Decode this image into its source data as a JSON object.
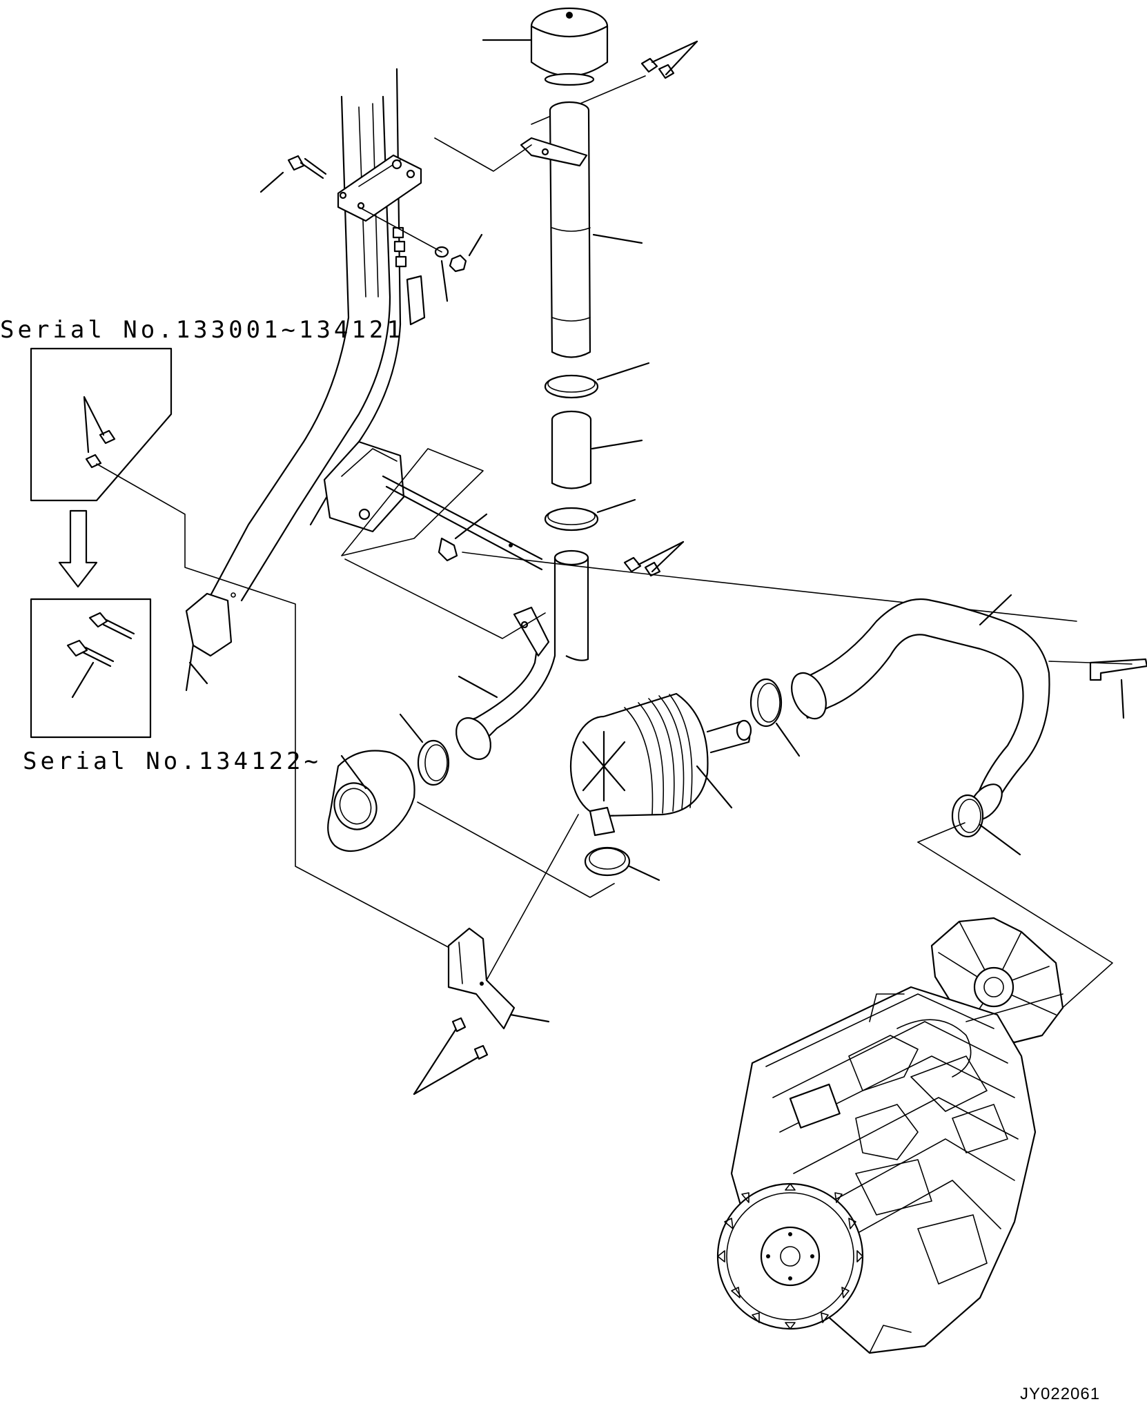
{
  "diagram": {
    "serial_label_old": "Serial No.133001~134121",
    "serial_label_new": "Serial No.134122~",
    "drawing_id": "JY022061"
  }
}
